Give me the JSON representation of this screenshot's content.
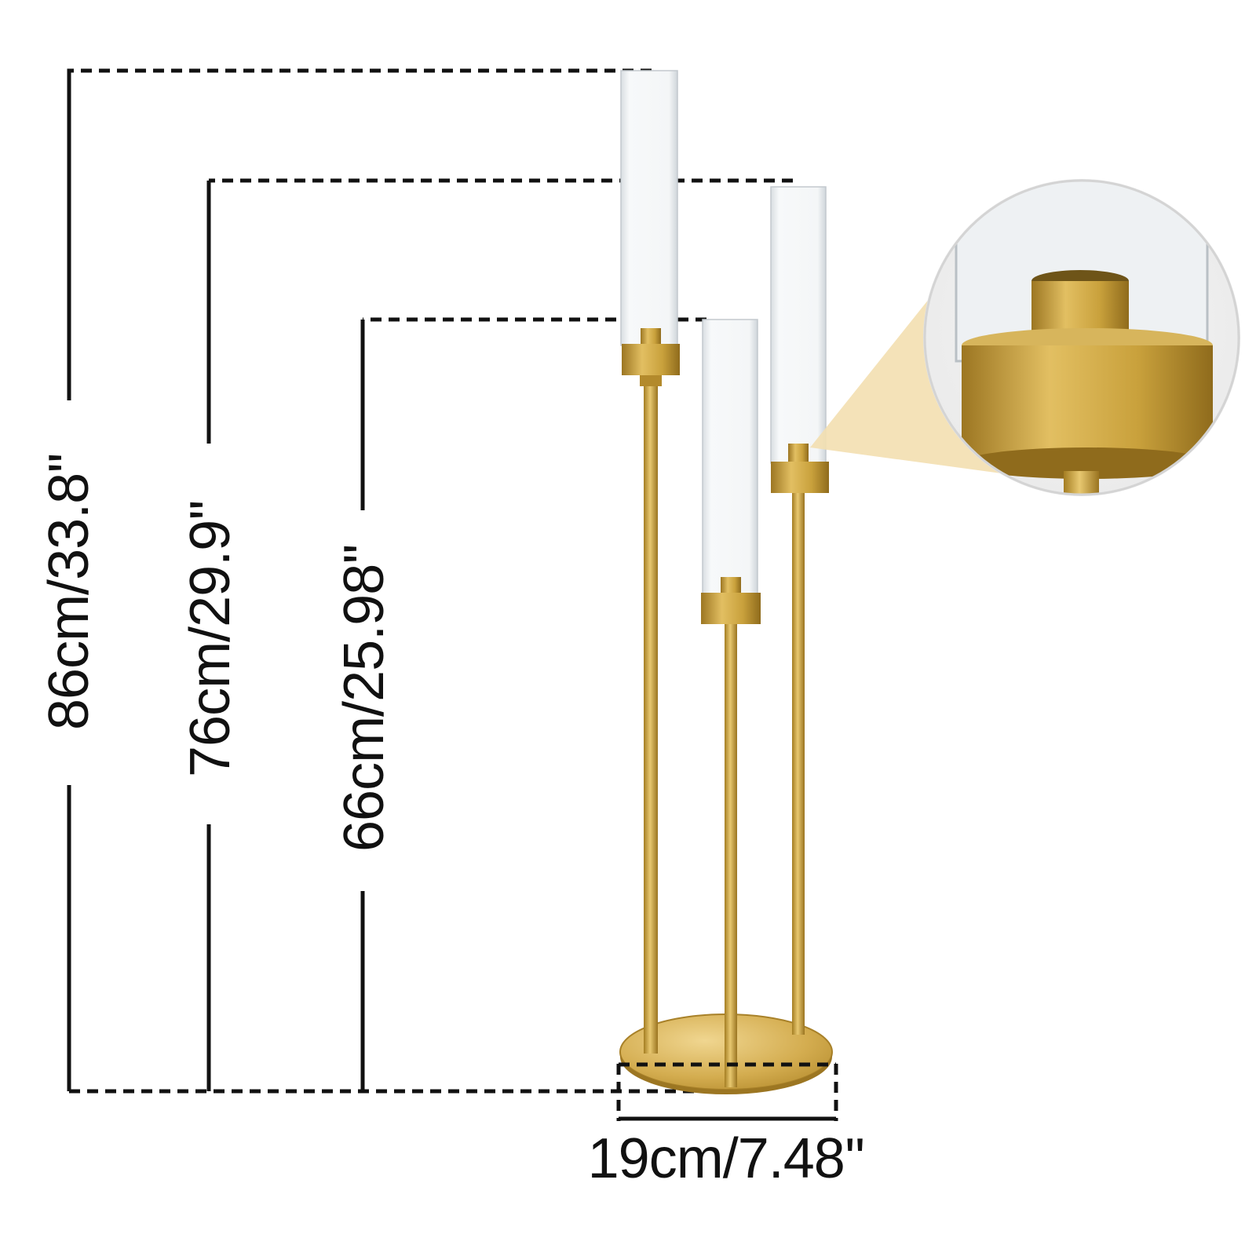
{
  "dimensions": {
    "height_tall": "86cm/33.8''",
    "height_medium": "76cm/29.9''",
    "height_short": "66cm/25.98''",
    "base_width": "19cm/7.48''"
  },
  "colors": {
    "gold": "#c9a13c",
    "gold_dark": "#a47d22",
    "gold_light": "#e8c870",
    "glass": "#f2f5f7",
    "line": "#111111",
    "callout_beam": "#f3dfb0"
  },
  "icons": {
    "zoom_detail": "magnified-cup-detail"
  }
}
